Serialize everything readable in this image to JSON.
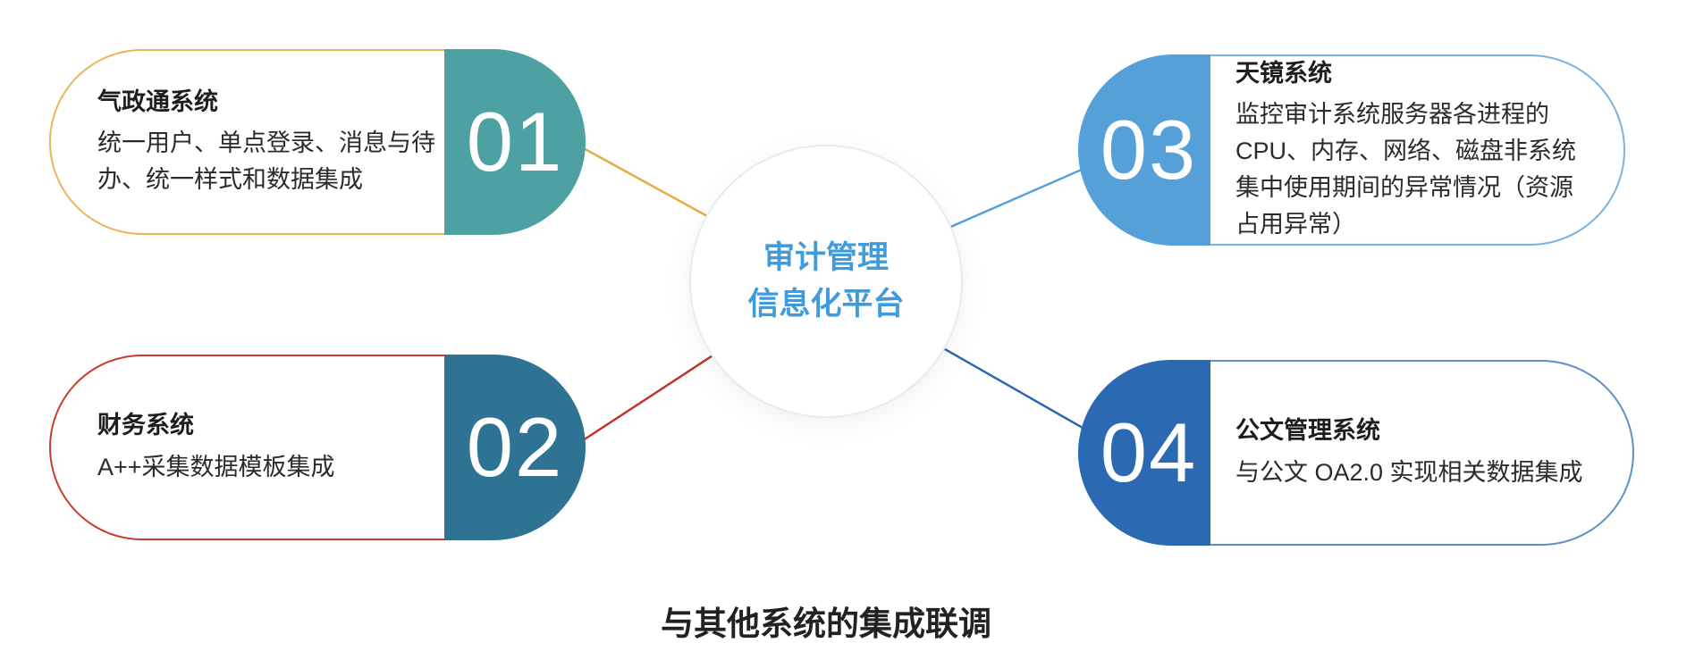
{
  "center": {
    "line1": "审计管理",
    "line2": "信息化平台",
    "text_color": "#3f9bdb"
  },
  "caption": "与其他系统的集成联调",
  "cards": [
    {
      "number": "01",
      "title": "气政通系统",
      "body": "统一用户、单点登录、消息与待办、统一样式和数据集成",
      "accent_color": "#4da1a3",
      "outline_color": "#e9b65a",
      "line_color": "#e3ac45"
    },
    {
      "number": "02",
      "title": "财务系统",
      "body": "A++采集数据模板集成",
      "accent_color": "#2f7394",
      "outline_color": "#c93b2d",
      "line_color": "#bf3527"
    },
    {
      "number": "03",
      "title": "天镜系统",
      "body": "监控审计系统服务器各进程的CPU、内存、网络、磁盘非系统集中使用期间的异常情况（资源占用异常）",
      "accent_color": "#56a0d9",
      "outline_color": "#79b3df",
      "line_color": "#56a0d9"
    },
    {
      "number": "04",
      "title": "公文管理系统",
      "body": "与公文 OA2.0 实现相关数据集成",
      "accent_color": "#2b69b3",
      "outline_color": "#5e8fcb",
      "line_color": "#2b69b3"
    }
  ]
}
